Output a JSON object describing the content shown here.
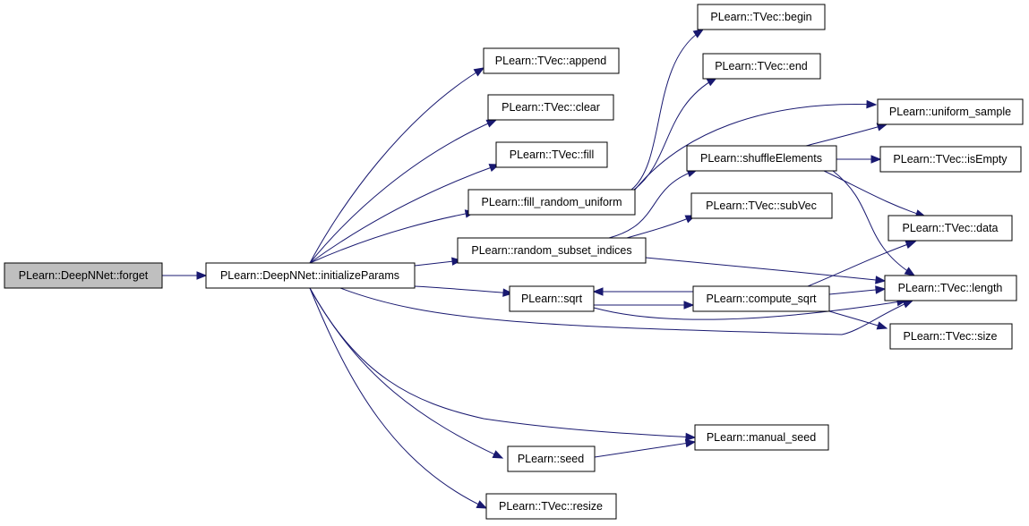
{
  "diagram": {
    "nodes": {
      "forget": "PLearn::DeepNNet::forget",
      "initializeParams": "PLearn::DeepNNet::initializeParams",
      "append": "PLearn::TVec::append",
      "clear": "PLearn::TVec::clear",
      "fill": "PLearn::TVec::fill",
      "fill_random_uniform": "PLearn::fill_random_uniform",
      "random_subset_indices": "PLearn::random_subset_indices",
      "sqrt": "PLearn::sqrt",
      "seed": "PLearn::seed",
      "resize": "PLearn::TVec::resize",
      "begin": "PLearn::TVec::begin",
      "end": "PLearn::TVec::end",
      "shuffleElements": "PLearn::shuffleElements",
      "subVec": "PLearn::TVec::subVec",
      "compute_sqrt": "PLearn::compute_sqrt",
      "manual_seed": "PLearn::manual_seed",
      "uniform_sample": "PLearn::uniform_sample",
      "isEmpty": "PLearn::TVec::isEmpty",
      "data": "PLearn::TVec::data",
      "length": "PLearn::TVec::length",
      "size": "PLearn::TVec::size"
    },
    "edges": [
      [
        "forget",
        "initializeParams"
      ],
      [
        "initializeParams",
        "append"
      ],
      [
        "initializeParams",
        "clear"
      ],
      [
        "initializeParams",
        "fill"
      ],
      [
        "initializeParams",
        "fill_random_uniform"
      ],
      [
        "initializeParams",
        "random_subset_indices"
      ],
      [
        "initializeParams",
        "sqrt"
      ],
      [
        "initializeParams",
        "length"
      ],
      [
        "initializeParams",
        "manual_seed"
      ],
      [
        "initializeParams",
        "seed"
      ],
      [
        "initializeParams",
        "resize"
      ],
      [
        "fill_random_uniform",
        "begin"
      ],
      [
        "fill_random_uniform",
        "end"
      ],
      [
        "fill_random_uniform",
        "uniform_sample"
      ],
      [
        "random_subset_indices",
        "shuffleElements"
      ],
      [
        "random_subset_indices",
        "subVec"
      ],
      [
        "random_subset_indices",
        "length"
      ],
      [
        "sqrt",
        "compute_sqrt"
      ],
      [
        "sqrt",
        "length"
      ],
      [
        "compute_sqrt",
        "sqrt"
      ],
      [
        "compute_sqrt",
        "data"
      ],
      [
        "compute_sqrt",
        "length"
      ],
      [
        "compute_sqrt",
        "size"
      ],
      [
        "seed",
        "manual_seed"
      ],
      [
        "shuffleElements",
        "uniform_sample"
      ],
      [
        "shuffleElements",
        "isEmpty"
      ],
      [
        "shuffleElements",
        "data"
      ],
      [
        "shuffleElements",
        "length"
      ]
    ]
  }
}
